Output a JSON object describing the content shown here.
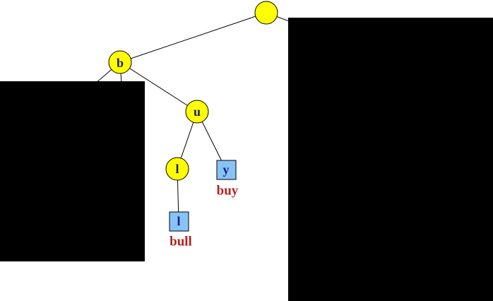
{
  "colors": {
    "background": "#ffffff",
    "internal_node_fill": "#ffff00",
    "leaf_node_fill": "#87c4f5",
    "node_label": "#1a1a8c",
    "word_label": "#b22222",
    "edge": "#000000",
    "mask": "#000000"
  },
  "trie": {
    "root": {
      "label": ""
    },
    "node_b": {
      "label": "b"
    },
    "node_u": {
      "label": "u"
    },
    "node_l": {
      "label": "l"
    },
    "leaf_y": {
      "label": "y",
      "word": "buy"
    },
    "leaf_l": {
      "label": "l",
      "word": "bull"
    }
  }
}
